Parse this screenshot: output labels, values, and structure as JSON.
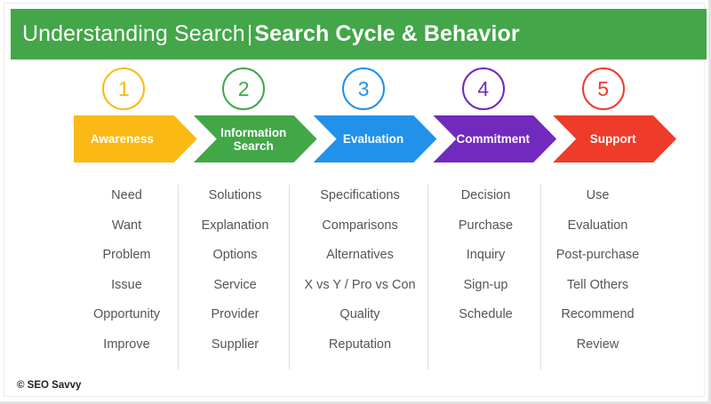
{
  "header": {
    "title_light": "Understanding Search",
    "title_separator": "|",
    "title_bold": "Search Cycle & Behavior",
    "band_color": "#43a648",
    "text_color": "#ffffff"
  },
  "stages": [
    {
      "number": "1",
      "label": "Awareness",
      "color": "#fbb915",
      "items": [
        "Need",
        "Want",
        "Problem",
        "Issue",
        "Opportunity",
        "Improve"
      ]
    },
    {
      "number": "2",
      "label": "Information\nSearch",
      "color": "#41a747",
      "items": [
        "Solutions",
        "Explanation",
        "Options",
        "Service",
        "Provider",
        "Supplier"
      ]
    },
    {
      "number": "3",
      "label": "Evaluation",
      "color": "#2291ea",
      "items": [
        "Specifications",
        "Comparisons",
        "Alternatives",
        "X vs Y / Pro vs Con",
        "Quality",
        "Reputation"
      ]
    },
    {
      "number": "4",
      "label": "Commitment",
      "color": "#7229bd",
      "items": [
        "Decision",
        "Purchase",
        "Inquiry",
        "Sign-up",
        "Schedule"
      ]
    },
    {
      "number": "5",
      "label": "Support",
      "color": "#ee3b2a",
      "items": [
        "Use",
        "Evaluation",
        "Post-purchase",
        "Tell Others",
        "Recommend",
        "Review"
      ]
    }
  ],
  "footer": {
    "copyright": "© SEO Savvy"
  },
  "palette": {
    "divider": "#dddddd",
    "item_text": "#555555",
    "page_background": "#ffffff"
  }
}
